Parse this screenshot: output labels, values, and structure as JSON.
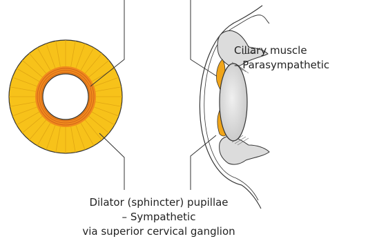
{
  "labels": {
    "ciliary": {
      "line1": "Ciliary muscle",
      "line2": "– Parasympathetic"
    },
    "dilator": {
      "line1": "Dilator (sphincter) pupillae",
      "line2": "– Sympathetic",
      "line3": "via superior cervical ganglion"
    }
  },
  "colors": {
    "iris_yellow": "#f7c21a",
    "iris_orange": "#f08b1c",
    "muscle_orange": "#f0a51a",
    "line": "#333333",
    "tissue_grey": "#dcdcdc",
    "lens_grey": "#d6d6d6"
  }
}
